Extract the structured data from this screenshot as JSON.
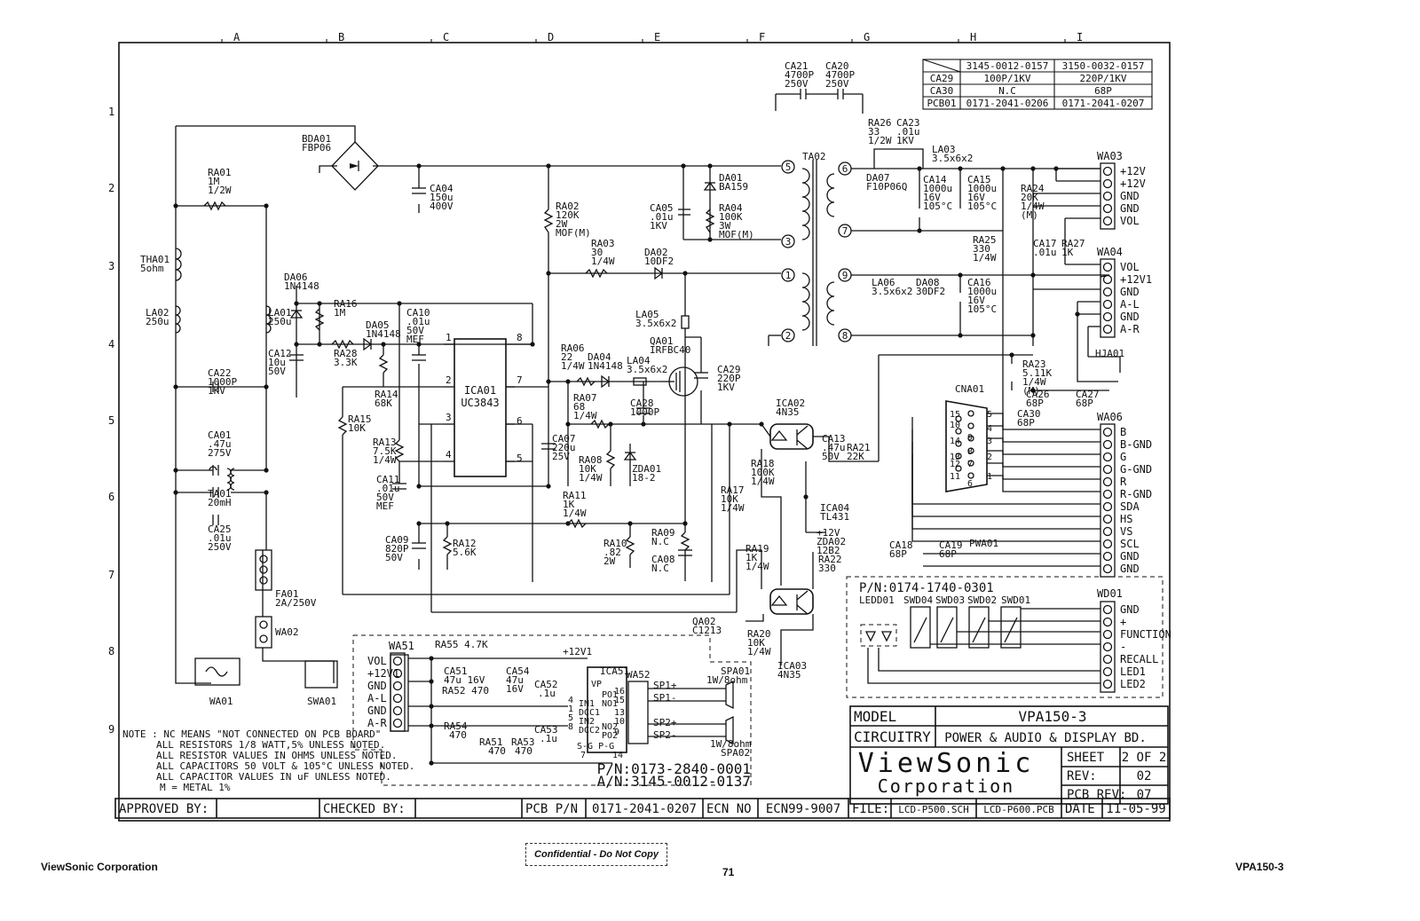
{
  "grid": {
    "columns": [
      "A",
      "B",
      "C",
      "D",
      "E",
      "F",
      "G",
      "H",
      "I"
    ],
    "rows": [
      "1",
      "2",
      "3",
      "4",
      "5",
      "6",
      "7",
      "8",
      "9"
    ]
  },
  "bom_table": {
    "headers": [
      "3145-0012-0157",
      "3150-0032-0157"
    ],
    "rows": [
      {
        "ref": "CA29",
        "a": "100P/1KV",
        "b": "220P/1KV"
      },
      {
        "ref": "CA30",
        "a": "N.C",
        "b": "68P"
      },
      {
        "ref": "PCB01",
        "a": "0171-2041-0206",
        "b": "0171-2041-0207"
      }
    ]
  },
  "parts": {
    "bda01": [
      "BDA01",
      "FBP06"
    ],
    "ra01": [
      "RA01",
      "1M",
      "1/2W"
    ],
    "tha01": [
      "THA01",
      "5ohm"
    ],
    "la02": [
      "LA02",
      "250u"
    ],
    "ca22": [
      "CA22",
      "1000P",
      "1KV"
    ],
    "ca01": [
      "CA01",
      ".47u",
      "275V"
    ],
    "ta01": [
      "TA01",
      "20mH"
    ],
    "ca25": [
      "CA25",
      ".01u",
      "250V"
    ],
    "fa01": [
      "FA01",
      "2A/250V"
    ],
    "wa01": [
      "WA01"
    ],
    "swa01": [
      "SWA01"
    ],
    "wa02": [
      "WA02"
    ],
    "ca04": [
      "CA04",
      "150u",
      "400V"
    ],
    "da06": [
      "DA06",
      "1N4148"
    ],
    "la01": [
      "LA01",
      "250u"
    ],
    "ra16": [
      "RA16",
      "1M"
    ],
    "da05": [
      "DA05",
      "1N4148"
    ],
    "ra28": [
      "RA28",
      "3.3K"
    ],
    "ca12": [
      "CA12",
      "10u",
      "50V"
    ],
    "ra14": [
      "RA14",
      "68K"
    ],
    "ra15": [
      "RA15",
      "10K"
    ],
    "ra13": [
      "RA13",
      "7.5K",
      "1/4W"
    ],
    "ca11": [
      "CA11",
      ".01u",
      "50V",
      "MEF"
    ],
    "ca10": [
      "CA10",
      ".01u",
      "50V",
      "MEF"
    ],
    "ca09": [
      "CA09",
      "820P",
      "50V"
    ],
    "ra12": [
      "RA12",
      "5.6K"
    ],
    "ica01": [
      "ICA01",
      "UC3843"
    ],
    "ra02": [
      "RA02",
      "120K",
      "2W",
      "MOF(M)"
    ],
    "ra03": [
      "RA03",
      "30",
      "1/4W"
    ],
    "ca05": [
      "CA05",
      ".01u",
      "1KV"
    ],
    "da01": [
      "DA01",
      "BA159"
    ],
    "ra04": [
      "RA04",
      "100K",
      "3W",
      "MOF(M)"
    ],
    "da02": [
      "DA02",
      "10DF2"
    ],
    "la05": [
      "LA05",
      "3.5x6x2"
    ],
    "qa01": [
      "QA01",
      "IRFBC40"
    ],
    "ra06": [
      "RA06",
      "22",
      "1/4W"
    ],
    "da04": [
      "DA04",
      "1N4148"
    ],
    "la04": [
      "LA04",
      "3.5x6x2"
    ],
    "ca29": [
      "CA29",
      "220P",
      "1KV"
    ],
    "ra07": [
      "RA07",
      "68",
      "1/4W"
    ],
    "ca28": [
      "CA28",
      "1000P"
    ],
    "ca07": [
      "CA07",
      "220u",
      "25V"
    ],
    "ra08": [
      "RA08",
      "10K",
      "1/4W"
    ],
    "zda01": [
      "ZDA01",
      "18-2"
    ],
    "ra11": [
      "RA11",
      "1K",
      "1/4W"
    ],
    "ra10": [
      "RA10",
      ".82",
      "2W"
    ],
    "ra09": [
      "RA09",
      "N.C"
    ],
    "ca08": [
      "CA08",
      "N.C"
    ],
    "ca21": [
      "CA21",
      "4700P",
      "250V"
    ],
    "ca20": [
      "CA20",
      "4700P",
      "250V"
    ],
    "ta02": [
      "TA02"
    ],
    "ra26": [
      "RA26",
      "33",
      "1/2W"
    ],
    "ca23": [
      "CA23",
      ".01u",
      "1KV"
    ],
    "la03": [
      "LA03",
      "3.5x6x2"
    ],
    "da07": [
      "DA07",
      "F10P06Q"
    ],
    "ca14": [
      "CA14",
      "1000u",
      "16V",
      "105°C"
    ],
    "ca15": [
      "CA15",
      "1000u",
      "16V",
      "105°C"
    ],
    "ra24": [
      "RA24",
      "20K",
      "1/4W",
      "(M)"
    ],
    "ra25": [
      "RA25",
      "330",
      "1/4W"
    ],
    "ca17": [
      "CA17",
      ".01u"
    ],
    "ra27": [
      "RA27",
      "1K"
    ],
    "la06": [
      "LA06",
      "3.5x6x2"
    ],
    "da08": [
      "DA08",
      "30DF2"
    ],
    "ca16": [
      "CA16",
      "1000u",
      "16V",
      "105°C"
    ],
    "ra23": [
      "RA23",
      "5.11K",
      "1/4W",
      "(M)"
    ],
    "ca26": [
      "CA26",
      "68P"
    ],
    "ca27": [
      "CA27",
      "68P"
    ],
    "ica02": [
      "ICA02",
      "4N35"
    ],
    "ca13": [
      "CA13",
      ".47u",
      "50V"
    ],
    "ra21": [
      "RA21",
      "22K"
    ],
    "ra18": [
      "RA18",
      "100K",
      "1/4W"
    ],
    "ra17": [
      "RA17",
      "10K",
      "1/4W"
    ],
    "ica04": [
      "ICA04",
      "TL431"
    ],
    "zda02": [
      "+12V",
      "ZDA02",
      "12B2"
    ],
    "ra22": [
      "RA22",
      "330"
    ],
    "ra19": [
      "RA19",
      "1K",
      "1/4W"
    ],
    "ra20": [
      "RA20",
      "10K",
      "1/4W"
    ],
    "qa02": [
      "QA02",
      "C1213"
    ],
    "ica03": [
      "ICA03",
      "4N35"
    ],
    "cna01": [
      "CNA01"
    ],
    "ca30": [
      "CA30",
      "68P"
    ],
    "ca18": [
      "CA18",
      "68P"
    ],
    "ca19": [
      "CA19",
      "68P"
    ],
    "pwa01": [
      "PWA01"
    ],
    "hja01": [
      "HJA01"
    ]
  },
  "connectors": {
    "wa03": {
      "title": "WA03",
      "pins": [
        "+12V",
        "+12V",
        "GND",
        "GND",
        "VOL"
      ]
    },
    "wa04": {
      "title": "WA04",
      "pins": [
        "VOL",
        "+12V1",
        "GND",
        "A-L",
        "GND",
        "A-R"
      ]
    },
    "wa06": {
      "title": "WA06",
      "pins": [
        "B",
        "B-GND",
        "G",
        "G-GND",
        "R",
        "R-GND",
        "SDA",
        "HS",
        "VS",
        "SCL",
        "GND",
        "GND"
      ]
    },
    "wd01": {
      "title": "WD01",
      "pins": [
        "GND",
        "+",
        "FUNCTION",
        "-",
        "RECALL",
        "LED1",
        "LED2"
      ]
    },
    "wa51": {
      "title": "WA51",
      "pins": [
        "VOL",
        "+12V1",
        "GND",
        "A-L",
        "GND",
        "A-R"
      ]
    }
  },
  "transformer_pins": [
    "5",
    "3",
    "1",
    "2",
    "6",
    "7",
    "9",
    "8"
  ],
  "ica01_pins": [
    "1",
    "2",
    "3",
    "4",
    "5",
    "6",
    "7",
    "8"
  ],
  "cna01_pins": [
    "15",
    "5",
    "10",
    "4",
    "14",
    "9",
    "3",
    "13",
    "8",
    "2",
    "12",
    "7",
    "11",
    "6",
    "1"
  ],
  "display_board": {
    "pn": "P/N:0174-1740-0301",
    "labels": [
      "LEDD01",
      "SWD04",
      "SWD03",
      "SWD02",
      "SWD01"
    ]
  },
  "audio_board": {
    "labels": {
      "ra55": "RA55 4.7K",
      "plus12": "+12V1",
      "ica51": "ICA51",
      "wa52": "WA52",
      "ca51": [
        "CA51",
        "47u 16V"
      ],
      "ca54": [
        "CA54",
        "47u",
        "16V"
      ],
      "ra52": "RA52 470",
      "ca52": [
        "CA52",
        ".1u"
      ],
      "ca53": [
        "CA53",
        ".1u"
      ],
      "ra54": [
        "RA54",
        "470"
      ],
      "ra51": [
        "RA51",
        "470"
      ],
      "ra53": [
        "RA53",
        "470"
      ],
      "spa01": [
        "SPA01",
        "1W/8ohm"
      ],
      "spa02": [
        "1W/8ohm",
        "SPA02"
      ],
      "sp": [
        "SP1+",
        "SP1-",
        "SP2+",
        "SP2-"
      ],
      "ic_pins": [
        "VP",
        "PO1",
        "NO1",
        "IN1",
        "DCC1",
        "IN2",
        "DCC2",
        "NO2",
        "PO2",
        "S-G P-G"
      ],
      "ic_pin_nums": [
        "16",
        "15",
        "13",
        "4",
        "1",
        "5",
        "8",
        "10",
        "9",
        "7",
        "14"
      ]
    },
    "pn": "P/N:0173-2840-0001",
    "an": "A/N:3145-0012-0137"
  },
  "note": [
    "NOTE : NC MEANS \"NOT CONNECTED ON PCB BOARD\"",
    "ALL RESISTORS 1/8 WATT,5% UNLESS NOTED.",
    "ALL RESISTOR VALUES IN OHMS UNLESS NOTED.",
    "ALL CAPACITORS 50 VOLT & 105°C UNLESS NOTED.",
    "ALL CAPACITOR VALUES IN uF UNLESS NOTED.",
    "M = METAL 1%"
  ],
  "title_block": {
    "model_label": "MODEL",
    "model": "VPA150-3",
    "circuitry_label": "CIRCUITRY",
    "circuitry": "POWER & AUDIO & DISPLAY BD.",
    "company": "ViewSonic",
    "company2": "Corporation",
    "sheet_label": "SHEET",
    "sheet": "2 OF 2",
    "rev_label": "REV:",
    "rev": "02",
    "pcb_rev_label": "PCB REV:",
    "pcb_rev": "07",
    "approved": "APPROVED BY:",
    "checked": "CHECKED BY:",
    "pcb_pn_label": "PCB P/N",
    "pcb_pn": "0171-2041-0207",
    "ecn_label": "ECN NO",
    "ecn": "ECN99-9007",
    "file_label": "FILE:",
    "file1": "LCD-P500.SCH",
    "file2": "LCD-P600.PCB",
    "date_label": "DATE",
    "date": "11-05-99"
  },
  "footer": {
    "left": "ViewSonic Corporation",
    "confidential": "Confidential  -  Do Not Copy",
    "page": "71",
    "right": "VPA150-3"
  }
}
